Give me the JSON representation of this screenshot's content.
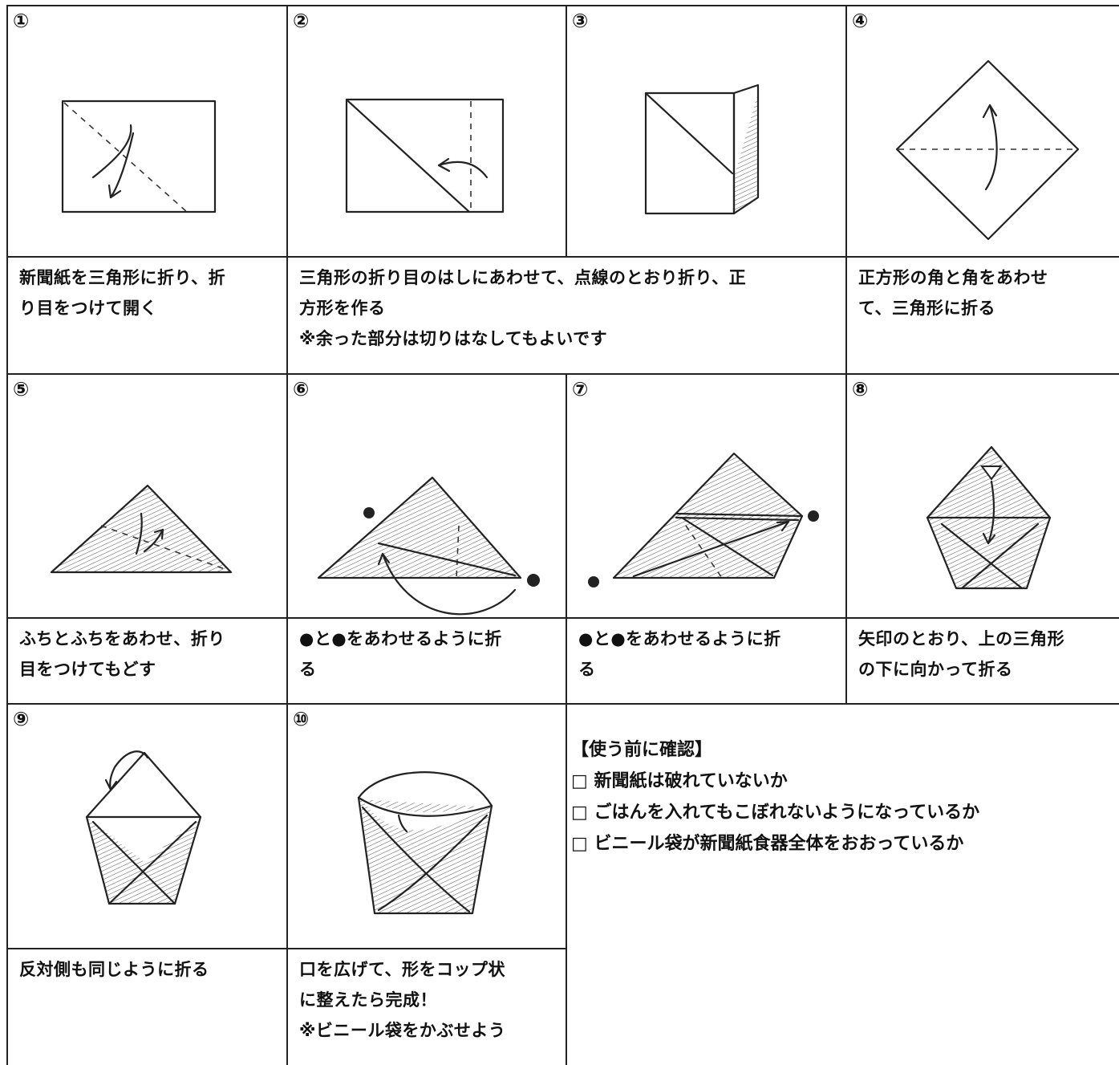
{
  "steps": [
    {
      "num": "①",
      "icon": "fold-step-1",
      "caption": "新聞紙を三角形に折り、折\nり目をつけて開く"
    },
    {
      "num": "②",
      "icon": "fold-step-2",
      "caption": "三角形の折り目のはしにあわせて、点線のとおり折り、正\n方形を作る\n※余った部分は切りはなしてもよいです"
    },
    {
      "num": "③",
      "icon": "fold-step-3"
    },
    {
      "num": "④",
      "icon": "fold-step-4",
      "caption": "正方形の角と角をあわせ\nて、三角形に折る"
    },
    {
      "num": "⑤",
      "icon": "fold-step-5",
      "caption": "ふちとふちをあわせ、折り\n目をつけてもどす"
    },
    {
      "num": "⑥",
      "icon": "fold-step-6",
      "caption": "●と●をあわせるように折\nる"
    },
    {
      "num": "⑦",
      "icon": "fold-step-7",
      "caption": "●と●をあわせるように折\nる"
    },
    {
      "num": "⑧",
      "icon": "fold-step-8",
      "caption": "矢印のとおり、上の三角形\nの下に向かって折る"
    },
    {
      "num": "⑨",
      "icon": "fold-step-9",
      "caption": "反対側も同じように折る"
    },
    {
      "num": "⑩",
      "icon": "fold-step-10",
      "caption": "口を広げて、形をコップ状\nに整えたら完成！\n※ビニール袋をかぶせよう"
    }
  ],
  "checklist": {
    "title": "【使う前に確認】",
    "items": [
      "□ 新聞紙は破れていないか",
      "□ ごはんを入れてもこぼれないようになっているか",
      "□ ビニール袋が新聞紙食器全体をおおっているか"
    ]
  }
}
